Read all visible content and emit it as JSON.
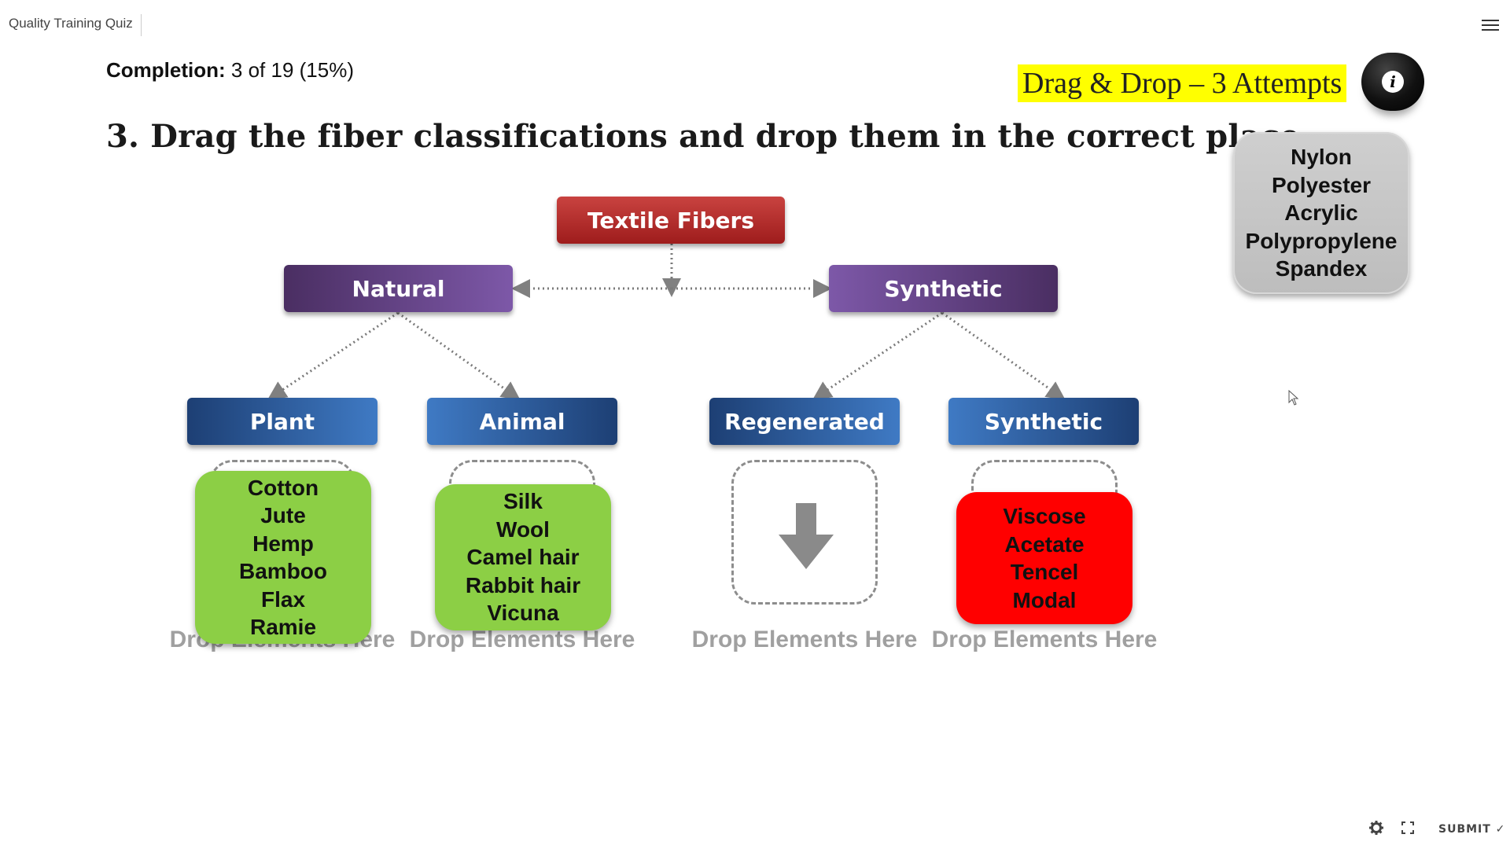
{
  "app": {
    "title": "Quality Training Quiz"
  },
  "header": {
    "completion_label": "Completion:",
    "completion_value": "3 of 19 (15%)",
    "attempts_text": "Drag & Drop – 3 Attempts",
    "attempts_highlight_color": "#ffff00"
  },
  "question": {
    "text": "3. Drag the fiber classifications and drop them in the correct place."
  },
  "word_bank": {
    "items": [
      "Nylon",
      "Polyester",
      "Acrylic",
      "Polypropylene",
      "Spandex"
    ]
  },
  "diagram": {
    "root": "Textile Fibers",
    "level1": {
      "natural": "Natural",
      "synthetic": "Synthetic"
    },
    "level2": {
      "plant": "Plant",
      "animal": "Animal",
      "regenerated": "Regenerated",
      "synthetic": "Synthetic"
    }
  },
  "drop_zones": {
    "label": "Drop Elements Here",
    "plant": {
      "items": [
        "Cotton",
        "Jute",
        "Hemp",
        "Bamboo",
        "Flax",
        "Ramie"
      ],
      "status_color": "#8ccf45"
    },
    "animal": {
      "items": [
        "Silk",
        "Wool",
        "Camel hair",
        "Rabbit hair",
        "Vicuna"
      ],
      "status_color": "#8ccf45"
    },
    "regenerated": {
      "items": []
    },
    "synthetic": {
      "items": [
        "Viscose",
        "Acetate",
        "Tencel",
        "Modal"
      ],
      "status_color": "#ff0000"
    }
  },
  "footer": {
    "submit_label": "SUBMIT ✓"
  },
  "icons": [
    "menu-icon",
    "info-icon",
    "down-arrow-icon",
    "gear-icon",
    "fullscreen-icon",
    "checkmark-icon",
    "mouse-cursor-icon"
  ]
}
